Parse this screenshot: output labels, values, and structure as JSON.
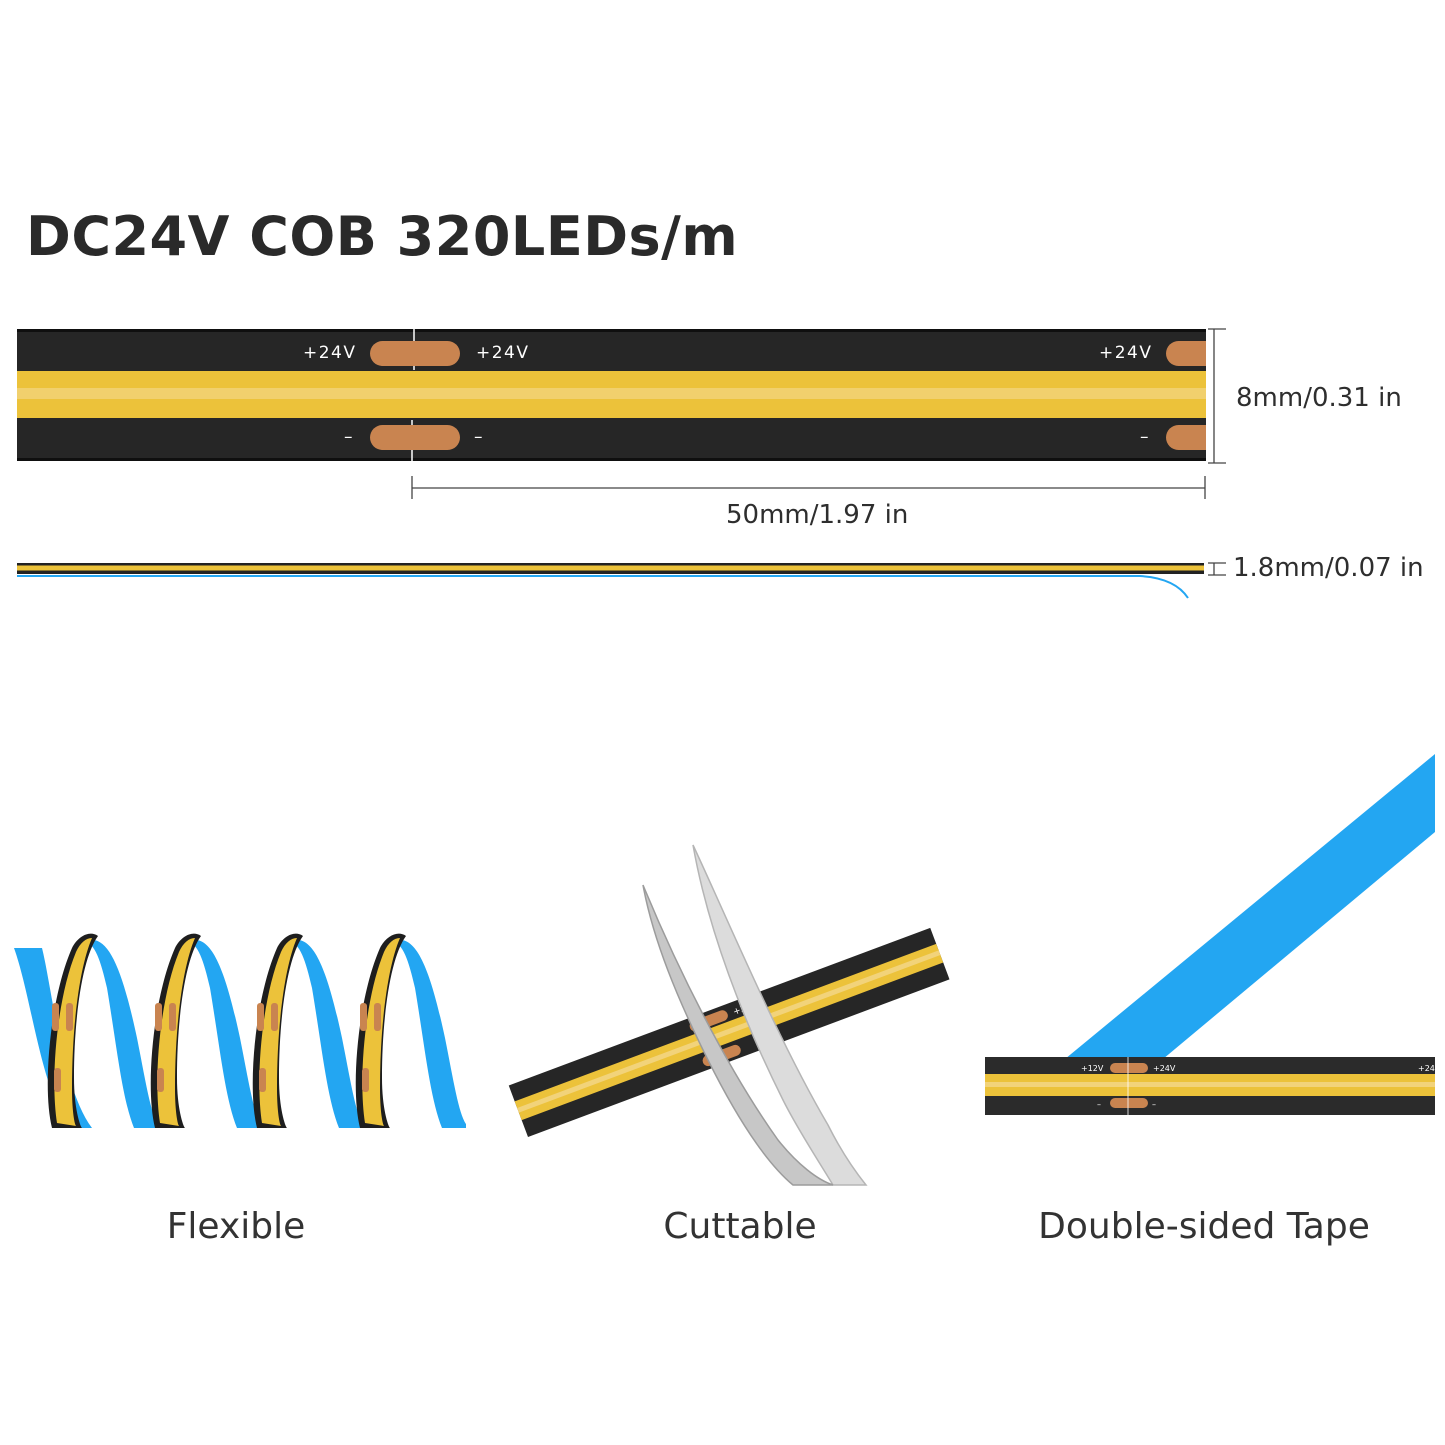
{
  "title": "DC24V COB 320LEDs/m",
  "strip": {
    "positive_label": "+24V",
    "negative_label": "–"
  },
  "dimensions": {
    "width": "8mm/0.31 in",
    "cut_length": "50mm/1.97 in",
    "thickness": "1.8mm/0.07 in"
  },
  "features": [
    {
      "label": "Flexible"
    },
    {
      "label": "Cuttable"
    },
    {
      "label": "Double-sided Tape"
    }
  ],
  "tape_strip": {
    "left_label": "+12V",
    "right_label": "+24V",
    "edge_label": "+24"
  },
  "colors": {
    "strip_body": "#262626",
    "led_yellow": "#ecc23a",
    "copper_pad": "#c98450",
    "adhesive_blue": "#23a6f2"
  }
}
